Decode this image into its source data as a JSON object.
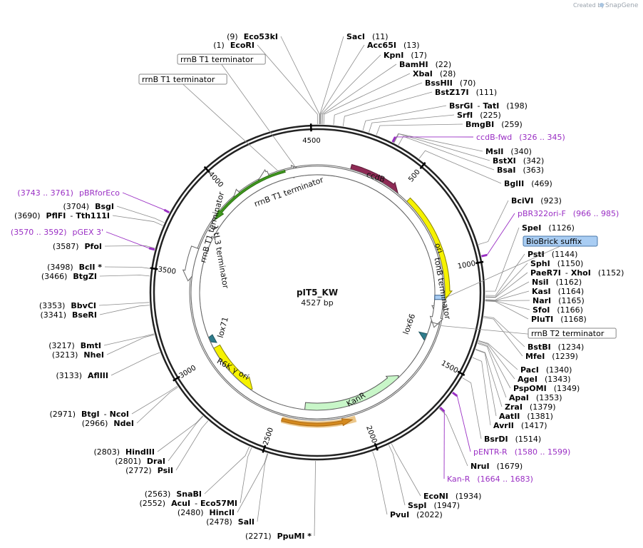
{
  "credit": {
    "prefix": "Created by",
    "brand": "SnapGene"
  },
  "plasmid": {
    "name": "pIT5_KW",
    "length_label": "4527 bp",
    "length": 4527
  },
  "ticks": [
    "4500",
    "500",
    "1000",
    "1500",
    "2000",
    "2500",
    "3000",
    "3500",
    "4000"
  ],
  "features": [
    {
      "label": "ccdB",
      "color": "#8e2a55"
    },
    {
      "label": "ori",
      "color": "#f6f200"
    },
    {
      "label": "KanR",
      "color": "#c8f6c8"
    },
    {
      "label": "R6K γ ori",
      "color": "#f6f200"
    },
    {
      "label": "lox71",
      "color": "#2f7c8c"
    },
    {
      "label": "lox66",
      "color": "#2f7c8c"
    },
    {
      "label": "rrnB T1 terminator"
    },
    {
      "label": "rrnB T1 terminator"
    },
    {
      "label": "λ tL3 terminator"
    },
    {
      "label": "tonB terminator"
    }
  ],
  "boxed_labels": [
    "rrnB T1 terminator",
    "rrnB T1 terminator",
    "BioBrick suffix",
    "rrnB T2 terminator"
  ],
  "sites_right": [
    {
      "name": "Eco53kI",
      "pos": "(9)"
    },
    {
      "name": "EcoRI",
      "pos": "(1)"
    },
    {
      "name": "SacI",
      "pos": "(11)"
    },
    {
      "name": "Acc65I",
      "pos": "(13)"
    },
    {
      "name": "KpnI",
      "pos": "(17)"
    },
    {
      "name": "BamHI",
      "pos": "(22)"
    },
    {
      "name": "XbaI",
      "pos": "(28)"
    },
    {
      "name": "BssHII",
      "pos": "(70)"
    },
    {
      "name": "BstZ17I",
      "pos": "(111)"
    },
    {
      "name": "BsrGI",
      "name2": "TatI",
      "pos": "(198)"
    },
    {
      "name": "SrfI",
      "pos": "(225)"
    },
    {
      "name": "BmgBI",
      "pos": "(259)"
    },
    {
      "name": "MslI",
      "pos": "(340)"
    },
    {
      "name": "BstXI",
      "pos": "(342)"
    },
    {
      "name": "BsaI",
      "pos": "(363)"
    },
    {
      "name": "BglII",
      "pos": "(469)"
    },
    {
      "name": "BciVI",
      "pos": "(923)"
    },
    {
      "name": "SpeI",
      "pos": "(1126)"
    },
    {
      "name": "PstI",
      "pos": "(1144)"
    },
    {
      "name": "SphI",
      "pos": "(1150)"
    },
    {
      "name": "PaeR7I",
      "name2": "XhoI",
      "pos": "(1152)"
    },
    {
      "name": "NsiI",
      "pos": "(1162)"
    },
    {
      "name": "KasI",
      "pos": "(1164)"
    },
    {
      "name": "NarI",
      "pos": "(1165)"
    },
    {
      "name": "SfoI",
      "pos": "(1166)"
    },
    {
      "name": "PluTI",
      "pos": "(1168)"
    },
    {
      "name": "BstBI",
      "pos": "(1234)"
    },
    {
      "name": "MfeI",
      "pos": "(1239)"
    },
    {
      "name": "PacI",
      "pos": "(1340)"
    },
    {
      "name": "AgeI",
      "pos": "(1343)"
    },
    {
      "name": "PspOMI",
      "pos": "(1349)"
    },
    {
      "name": "ApaI",
      "pos": "(1353)"
    },
    {
      "name": "ZraI",
      "pos": "(1379)"
    },
    {
      "name": "AatII",
      "pos": "(1381)"
    },
    {
      "name": "AvrII",
      "pos": "(1417)"
    },
    {
      "name": "BsrDI",
      "pos": "(1514)"
    },
    {
      "name": "NruI",
      "pos": "(1679)"
    },
    {
      "name": "EcoNI",
      "pos": "(1934)"
    },
    {
      "name": "SspI",
      "pos": "(1947)"
    },
    {
      "name": "PvuI",
      "pos": "(2022)"
    }
  ],
  "sites_left": [
    {
      "name": "PpuMI *",
      "pos": "(2271)"
    },
    {
      "name": "SalI",
      "pos": "(2478)"
    },
    {
      "name": "HincII",
      "pos": "(2480)"
    },
    {
      "name": "AcuI",
      "name2": "Eco57MI",
      "pos": "(2552)"
    },
    {
      "name": "SnaBI",
      "pos": "(2563)"
    },
    {
      "name": "PsiI",
      "pos": "(2772)"
    },
    {
      "name": "DraI",
      "pos": "(2801)"
    },
    {
      "name": "HindIII",
      "pos": "(2803)"
    },
    {
      "name": "NdeI",
      "pos": "(2966)"
    },
    {
      "name": "BtgI",
      "name2": "NcoI",
      "pos": "(2971)"
    },
    {
      "name": "AflIII",
      "pos": "(3133)"
    },
    {
      "name": "NheI",
      "pos": "(3213)"
    },
    {
      "name": "BmtI",
      "pos": "(3217)"
    },
    {
      "name": "BseRI",
      "pos": "(3341)"
    },
    {
      "name": "BbvCI",
      "pos": "(3353)"
    },
    {
      "name": "BtgZI",
      "pos": "(3466)"
    },
    {
      "name": "BclI *",
      "pos": "(3498)"
    },
    {
      "name": "PfoI",
      "pos": "(3587)"
    },
    {
      "name": "PflFI",
      "name2": "Tth111I",
      "pos": "(3690)"
    },
    {
      "name": "BsgI",
      "pos": "(3704)"
    }
  ],
  "primers": [
    {
      "name": "ccdB-fwd",
      "range": "(326 .. 345)"
    },
    {
      "name": "pBR322ori-F",
      "range": "(966 .. 985)"
    },
    {
      "name": "pENTR-R",
      "range": "(1580 .. 1599)"
    },
    {
      "name": "Kan-R",
      "range": "(1664 .. 1683)"
    },
    {
      "name": "pBRforEco",
      "range": "(3743 .. 3761)"
    },
    {
      "name": "pGEX 3'",
      "range": "(3570 .. 3592)"
    }
  ],
  "colors": {
    "backbone": "#222222",
    "primer": "#9a2fc4",
    "leader": "#8c8c8c",
    "terminator_green": "#3f9a1e",
    "kan_orange": "#e0a23c",
    "biobrick_fill": "#a9cdf3"
  }
}
